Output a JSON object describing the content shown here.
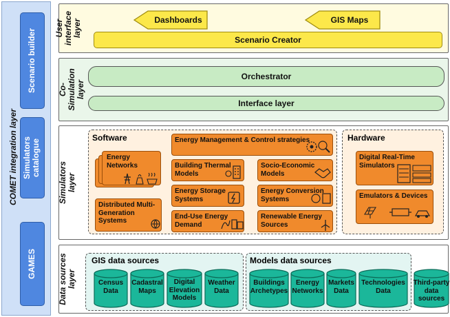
{
  "sidebar": {
    "title": "COMET integration layer",
    "buttons": [
      {
        "label": "Scenario builder"
      },
      {
        "label": "Simulators catalogue"
      },
      {
        "label": "GAMES"
      }
    ]
  },
  "ui_layer": {
    "title": "User interface layer",
    "dashboards": "Dashboards",
    "gis_maps": "GIS Maps",
    "scenario_creator": "Scenario Creator"
  },
  "cosim_layer": {
    "title": "Co-Simulation layer",
    "orchestrator": "Orchestrator",
    "interface": "Interface layer"
  },
  "sim_layer": {
    "title": "Simulators layer",
    "software": {
      "title": "Software",
      "energy_networks": "Energy Networks",
      "distributed": "Distributed Multi-Generation Systems",
      "energy_management": "Energy Management & Control strategies",
      "building_thermal": "Building Thermal Models",
      "socio_economic": "Socio-Economic Models",
      "energy_storage": "Energy Storage Systems",
      "energy_conversion": "Energy Conversion Systems",
      "end_use": "End-Use Energy Demand",
      "renewable": "Renewable Energy Sources"
    },
    "hardware": {
      "title": "Hardware",
      "drts": "Digital Real-Time Simulators",
      "emulators": "Emulators & Devices"
    }
  },
  "data_layer": {
    "title": "Data sources layer",
    "gis": {
      "title": "GIS data sources",
      "items": [
        "Census Data",
        "Cadastral Maps",
        "Digital Elevation Models",
        "Weather Data"
      ]
    },
    "models": {
      "title": "Models data sources",
      "items": [
        "Buildings Archetypes",
        "Energy Networks",
        "Markets Data",
        "Technologies Data"
      ]
    },
    "third_party": "Third-party data sources"
  },
  "colors": {
    "sidebar_bg": "#cfe0f7",
    "button_blue": "#4f87e0",
    "ui_layer_bg": "#fffbe0",
    "yellow": "#fce84a",
    "cosim_bg": "#eaf6ea",
    "green": "#c8ebc4",
    "sim_bg": "#fff1e0",
    "orange": "#f08a2c",
    "data_bg": "#e3f5f2",
    "teal": "#1bb79a"
  }
}
